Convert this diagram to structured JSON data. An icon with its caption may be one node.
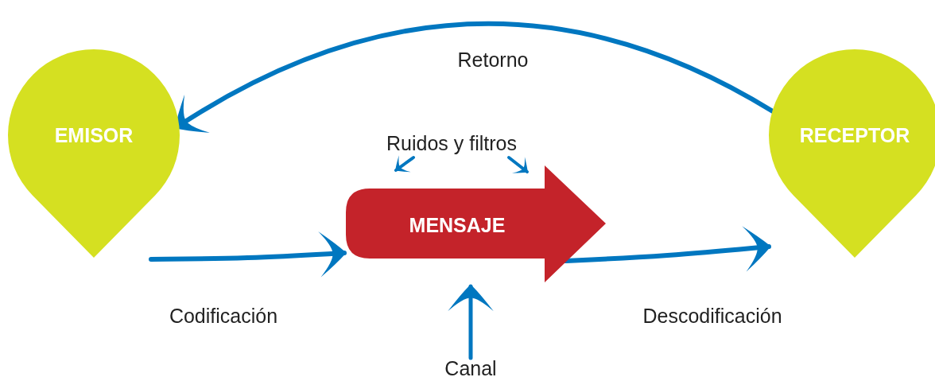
{
  "diagram": {
    "nodes": [
      {
        "text": [
          "EMISOR"
        ]
      },
      {
        "text": [
          "Ruidos y filtros"
        ]
      },
      {
        "text": [
          "MENSAJE"
        ]
      },
      {
        "text": [
          "RECEPTOR"
        ]
      },
      {
        "text": [
          "Canal"
        ]
      }
    ],
    "edges": [
      {
        "from": 3,
        "to": 0,
        "arrow": "to",
        "label": "Retorno"
      },
      {
        "from": 0,
        "to": 2,
        "arrow": "to",
        "label": "Codificación"
      },
      {
        "from": 2,
        "to": 3,
        "arrow": "to",
        "label": "Descodificación"
      },
      {
        "from": 1,
        "to": 2,
        "arrow": "to"
      },
      {
        "from": 1,
        "to": 2,
        "arrow": "to"
      },
      {
        "from": 4,
        "to": 2,
        "arrow": "to"
      }
    ]
  }
}
